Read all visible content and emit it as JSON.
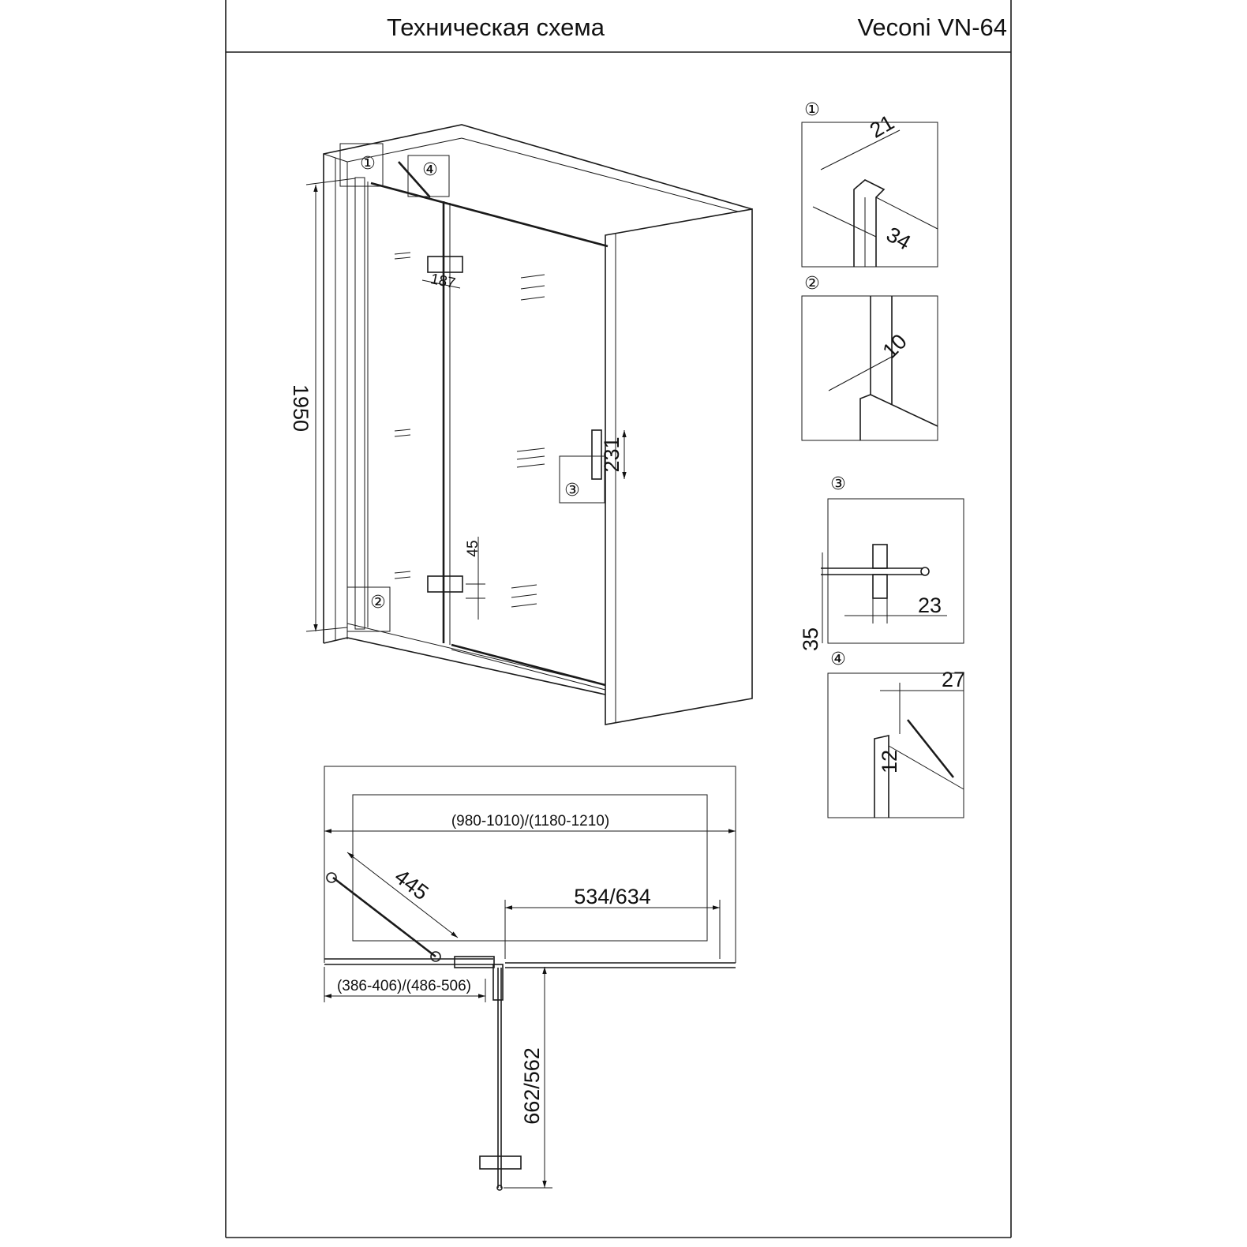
{
  "header": {
    "title": "Техническая схема",
    "model": "Veconi VN-64"
  },
  "callouts": {
    "c1": "①",
    "c2": "②",
    "c3": "③",
    "c4": "④"
  },
  "main_view": {
    "height": "1950",
    "hinge_width": "187",
    "handle_height": "231",
    "hinge_offset": "45"
  },
  "details": {
    "d1": {
      "a": "21",
      "b": "34"
    },
    "d2": {
      "a": "10"
    },
    "d3": {
      "a": "23",
      "b": "35"
    },
    "d4": {
      "a": "27",
      "b": "12"
    }
  },
  "plan_view": {
    "total_width": "(980-1010)/(1180-1210)",
    "brace_length": "445",
    "door_opening": "534/634",
    "fixed_panel": "(386-406)/(486-506)",
    "door_swing": "662/562"
  }
}
